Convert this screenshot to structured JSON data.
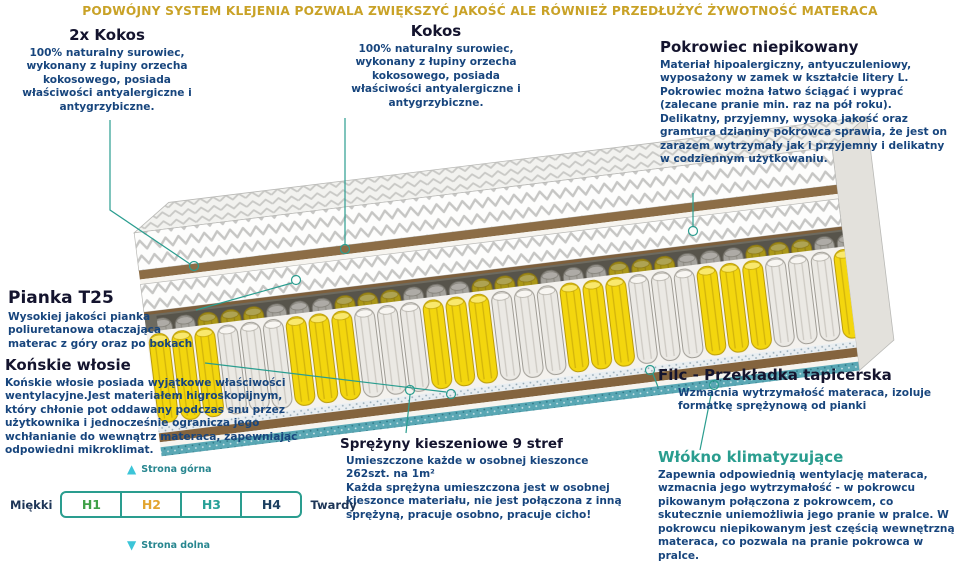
{
  "headline": "PODWÓJNY SYSTEM KLEJENIA POZWALA ZWIĘKSZYĆ JAKOŚĆ ALE RÓWNIEŻ PRZEDŁUŻYĆ ŻYWOTNOŚĆ MATERACA",
  "callouts": {
    "kokos_2x": {
      "title": "2x Kokos",
      "body": "100% naturalny surowiec, wykonany z łupiny orzecha kokosowego, posiada właściwości antyalergiczne i antygrzybiczne."
    },
    "kokos": {
      "title": "Kokos",
      "body": "100% naturalny surowiec, wykonany z łupiny orzecha kokosowego, posiada właściwości antyalergiczne i antygrzybiczne."
    },
    "pokrowiec": {
      "title": "Pokrowiec niepikowany",
      "body": "Materiał hipoalergiczny, antyuczuleniowy, wyposażony w zamek w kształcie litery L. Pokrowiec można łatwo ściągać i wyprać (zalecane pranie min. raz na pół roku). Delikatny, przyjemny, wysoka jakość oraz gramtura dzianiny pokrowca sprawia, że jest on zarazem wytrzymały jak i przyjemny i delikatny w codziennym użytkowaniu."
    },
    "pianka": {
      "title": "Pianka T25",
      "body": "Wysokiej jakości pianka poliuretanowa otaczająca materac z góry oraz po bokach"
    },
    "konskie_wlosie": {
      "title": "Końskie włosie",
      "body": "Końskie włosie posiada wyjątkowe właściwości wentylacyjne.Jest materiałem higroskopijnym, który chłonie pot oddawany podczas snu przez użytkownika i jednocześnie ogranicza jego wchłanianie do wewnątrz materaca, zapewniając odpowiedni mikroklimat."
    },
    "filc": {
      "title": "Filc - Przekładka tapicerska",
      "body": "Wzmacnia wytrzymałość materaca, izoluje formatkę sprężynową od pianki"
    },
    "wlokno": {
      "title": "Włókno klimatyzujące",
      "body": "Zapewnia odpowiednią wentylację materaca, wzmacnia jego wytrzymałość - w pokrowcu pikowanym połączona z pokrowcem, co skutecznie uniemożliwia jego pranie w pralce. W pokrowcu niepikowanym jest częścią wewnętrzną materaca, co pozwala na pranie pokrowca w pralce."
    },
    "sprezyny": {
      "title": "Sprężyny kieszeniowe 9 stref",
      "body1": "Umieszczone każde w osobnej kieszonce 262szt. na 1m²",
      "body2": "Każda sprężyna umieszczona jest w osobnej kieszonce materiału, nie jest połączona z inną sprężyną, pracuje osobno, pracuje cicho!"
    }
  },
  "hardness_scale": {
    "soft_label": "Miękki",
    "hard_label": "Twardy",
    "levels": [
      {
        "label": "H1",
        "color": "#3fa047"
      },
      {
        "label": "H2",
        "color": "#e2a42f"
      },
      {
        "label": "H3",
        "color": "#27a098"
      },
      {
        "label": "H4",
        "color": "#1c3f60"
      }
    ],
    "top_side_label": "Strona górna",
    "bottom_side_label": "Strona dolna"
  },
  "colors": {
    "headline_gold": "#C9A227",
    "accent_teal": "#2a9d8f",
    "body_text_navy": "#17457d",
    "heading_dark": "#14142e",
    "spring_yellow": "#F3D60E",
    "spring_gray": "#ebe9e4",
    "coconut_brown": "#8C6D46",
    "arrow_cyan": "#3cc5d8"
  }
}
